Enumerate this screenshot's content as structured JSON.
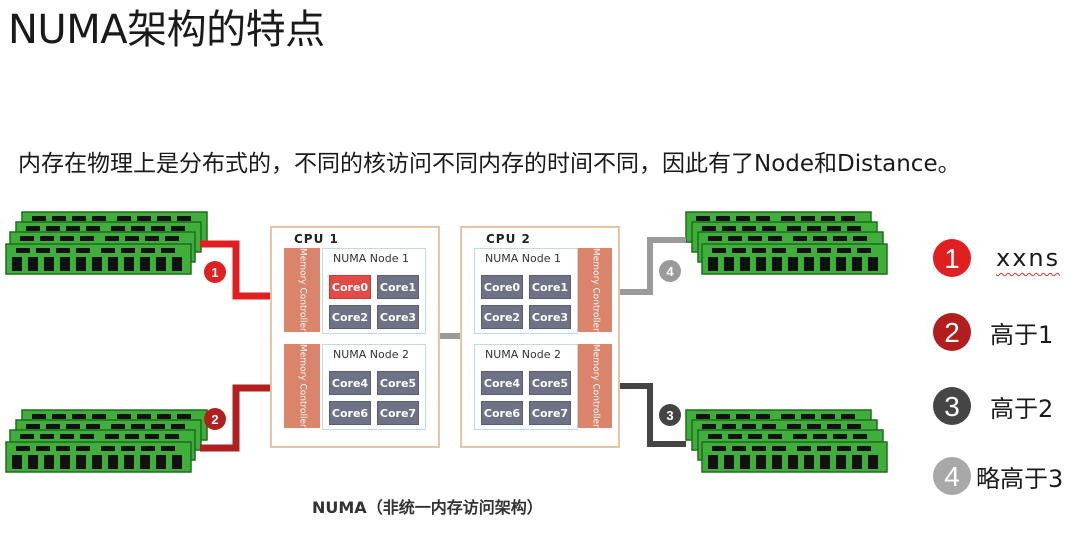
{
  "title": "NUMA架构的特点",
  "subtitle": "内存在物理上是分布式的，不同的核访问不同内存的时间不同，因此有了Node和Distance。",
  "caption": "NUMA（非统一内存访问架构）",
  "cpus": [
    {
      "label": "CPU  1",
      "nodes": [
        {
          "label": "NUMA Node 1",
          "mc": "Memory Controller",
          "cores": [
            "Core0",
            "Core1",
            "Core2",
            "Core3"
          ],
          "highlight": "Core0"
        },
        {
          "label": "NUMA Node 2",
          "mc": "Memory Controller",
          "cores": [
            "Core4",
            "Core5",
            "Core6",
            "Core7"
          ]
        }
      ]
    },
    {
      "label": "CPU  2",
      "nodes": [
        {
          "label": "NUMA Node 1",
          "mc": "Memory Controller",
          "cores": [
            "Core0",
            "Core1",
            "Core2",
            "Core3"
          ]
        },
        {
          "label": "NUMA Node 2",
          "mc": "Memory Controller",
          "cores": [
            "Core4",
            "Core5",
            "Core6",
            "Core7"
          ]
        }
      ]
    }
  ],
  "path_markers": [
    {
      "num": "1",
      "color": "#e02020"
    },
    {
      "num": "2",
      "color": "#b02020"
    },
    {
      "num": "3",
      "color": "#444444"
    },
    {
      "num": "4",
      "color": "#9a9a9a"
    }
  ],
  "legend": [
    {
      "num": "1",
      "text": "xxns",
      "color": "#e02020"
    },
    {
      "num": "2",
      "text": "高于1",
      "color": "#b21e1e"
    },
    {
      "num": "3",
      "text": "高于2",
      "color": "#454545"
    },
    {
      "num": "4",
      "text": "略高于3",
      "color": "#a8a8a8"
    }
  ],
  "colors": {
    "ram_green": "#3fae3a",
    "ram_dark": "#1f6f1d",
    "cpu_border": "#e3c7a4",
    "mc": "#d9846b",
    "core": "#6d7286"
  }
}
